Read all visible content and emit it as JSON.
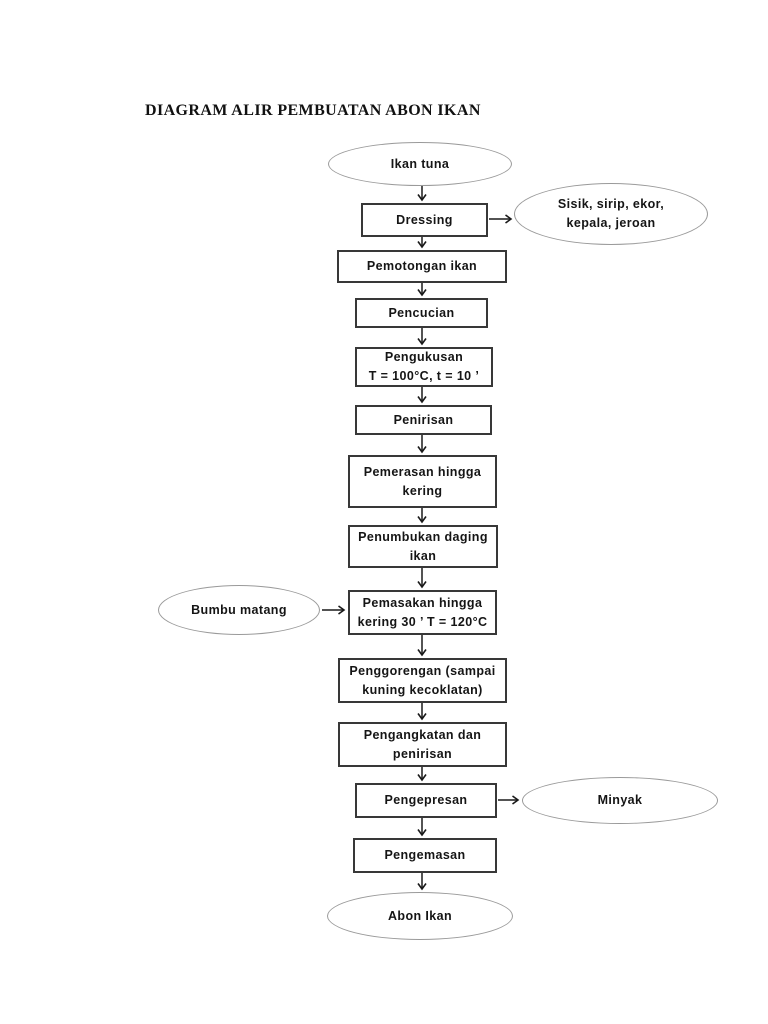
{
  "page": {
    "title": "DIAGRAM ALIR PEMBUATAN ABON IKAN"
  },
  "flowchart": {
    "nodes": {
      "ikan_tuna": {
        "shape": "ellipse",
        "label": "Ikan tuna"
      },
      "dressing": {
        "shape": "box",
        "label": "Dressing"
      },
      "sisik": {
        "shape": "ellipse",
        "line1": "Sisik, sirip, ekor,",
        "line2": "kepala, jeroan"
      },
      "pemotongan": {
        "shape": "box",
        "label": "Pemotongan ikan"
      },
      "pencucian": {
        "shape": "box",
        "label": "Pencucian"
      },
      "pengukusan": {
        "shape": "box",
        "line1": "Pengukusan",
        "line2": "T = 100°C, t = 10 ’"
      },
      "penirisan": {
        "shape": "box",
        "label": "Penirisan"
      },
      "pemerasan": {
        "shape": "box",
        "line1": "Pemerasan hingga",
        "line2": "kering"
      },
      "penumbukan": {
        "shape": "box",
        "line1": "Penumbukan daging",
        "line2": "ikan"
      },
      "bumbu": {
        "shape": "ellipse",
        "label": "Bumbu matang"
      },
      "pemasakan": {
        "shape": "box",
        "line1": "Pemasakan hingga",
        "line2": "kering 30 ’ T = 120°C"
      },
      "penggorengan": {
        "shape": "box",
        "line1": "Penggorengan (sampai",
        "line2": "kuning kecoklatan)"
      },
      "pengangkatan": {
        "shape": "box",
        "line1": "Pengangkatan dan",
        "line2": "penirisan"
      },
      "pengepresan": {
        "shape": "box",
        "label": "Pengepresan"
      },
      "minyak": {
        "shape": "ellipse",
        "label": "Minyak"
      },
      "pengemasan": {
        "shape": "box",
        "label": "Pengemasan"
      },
      "abon_ikan": {
        "shape": "ellipse",
        "label": "Abon Ikan"
      }
    },
    "edges": [
      {
        "from": "ikan_tuna",
        "to": "dressing"
      },
      {
        "from": "dressing",
        "to": "sisik"
      },
      {
        "from": "dressing",
        "to": "pemotongan"
      },
      {
        "from": "pemotongan",
        "to": "pencucian"
      },
      {
        "from": "pencucian",
        "to": "pengukusan"
      },
      {
        "from": "pengukusan",
        "to": "penirisan"
      },
      {
        "from": "penirisan",
        "to": "pemerasan"
      },
      {
        "from": "pemerasan",
        "to": "penumbukan"
      },
      {
        "from": "penumbukan",
        "to": "pemasakan"
      },
      {
        "from": "bumbu",
        "to": "pemasakan"
      },
      {
        "from": "pemasakan",
        "to": "penggorengan"
      },
      {
        "from": "penggorengan",
        "to": "pengangkatan"
      },
      {
        "from": "pengangkatan",
        "to": "pengepresan"
      },
      {
        "from": "pengepresan",
        "to": "minyak"
      },
      {
        "from": "pengepresan",
        "to": "pengemasan"
      },
      {
        "from": "pengemasan",
        "to": "abon_ikan"
      }
    ],
    "colors": {
      "box_border": "#383838",
      "ellipse_border": "#9a9a9a",
      "arrow": "#1a1a1a",
      "text": "#151515",
      "background": "#ffffff"
    }
  }
}
